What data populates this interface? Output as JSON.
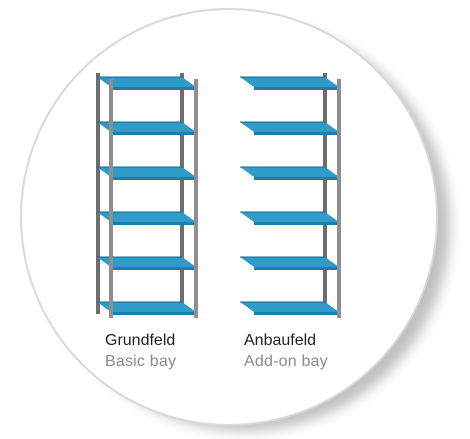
{
  "colors": {
    "shelf_top": "#2f9bc8",
    "shelf_front": "#1b7fae",
    "shelf_edge": "#14688f",
    "post": "#8f8f8f",
    "post_dark": "#6e6e6e",
    "circle_border": "#d6d6d6",
    "shadow": "#9a9a9a"
  },
  "bays": [
    {
      "key": "basic",
      "title": "Grundfeld",
      "subtitle": "Basic bay",
      "posts": "both",
      "shelves": 6
    },
    {
      "key": "addon",
      "title": "Anbaufeld",
      "subtitle": "Add-on bay",
      "posts": "right",
      "shelves": 6
    }
  ]
}
